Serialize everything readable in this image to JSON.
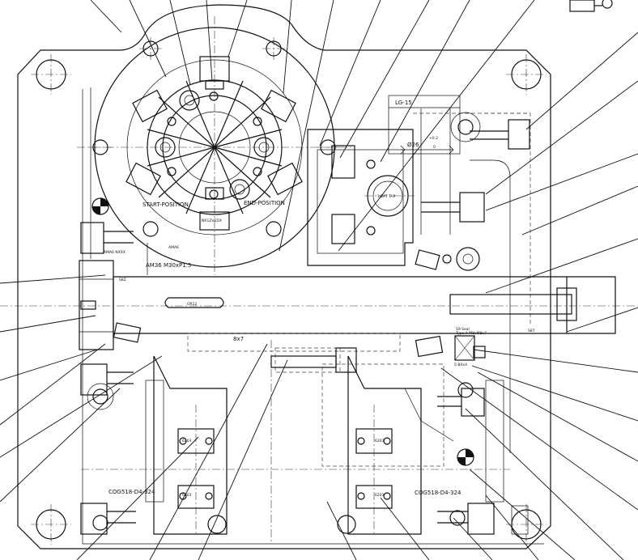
{
  "labels": {
    "start_position": "START-POSITION",
    "end_position": "END-POSITION",
    "pin_callout": "NR1ZV1DX",
    "dim_lg": "LG-15",
    "dim_diameter": "Ø26",
    "tol_upper": "+0.2",
    "tol_lower": "0",
    "pt_tap": "1/2PT TAP",
    "ama": "AMA6",
    "thread_left": "AM36 M30xP1.5",
    "key": "8x7",
    "bearing_left": "COG518-D4-324",
    "bearing_right": "COG518-D4-324",
    "stamp_left": "6203",
    "stamp_mid_left": "6203",
    "stamp_mid_right": "6203",
    "stamp_right": "6203",
    "oring": "OR12",
    "small_part_1": "S8Z",
    "right_note_line1": "S9 Seal",
    "right_note_line2": "Type A M8xM8x7",
    "right_note_line3": "S87",
    "roll_label": "5-8Xx4",
    "small_label_top": "AMA6 NXXX"
  }
}
